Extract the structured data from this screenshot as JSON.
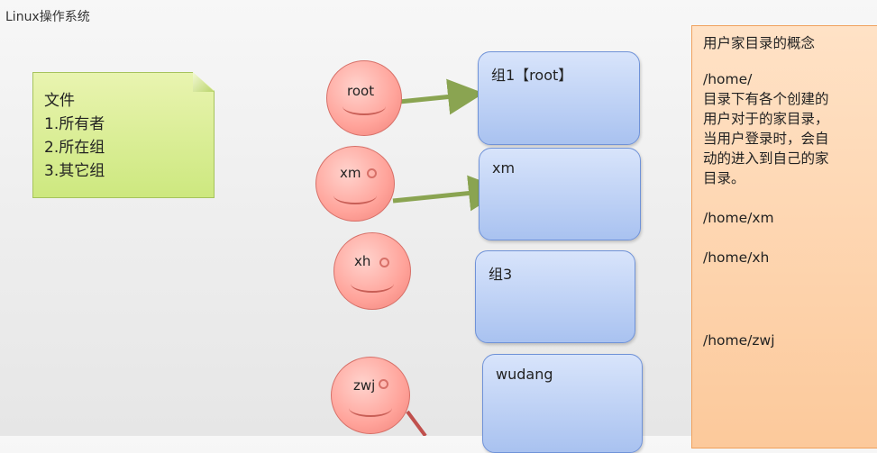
{
  "slide_title": "Linux操作系统",
  "note": {
    "lines": [
      "文件",
      "1.所有者",
      "2.所在组",
      "3.其它组"
    ]
  },
  "users": [
    {
      "label": "root"
    },
    {
      "label": "xm"
    },
    {
      "label": "xh"
    },
    {
      "label": "zwj"
    }
  ],
  "groups": [
    {
      "label": "组1【root】"
    },
    {
      "label": "xm"
    },
    {
      "label": "组3"
    },
    {
      "label": "wudang"
    }
  ],
  "right_panel": {
    "title": "用户家目录的概念",
    "home": "/home/",
    "desc_lines": [
      "目录下有各个创建的",
      "用户对于的家目录，",
      "当用户登录时，会自",
      "动的进入到自己的家",
      "目录。"
    ],
    "paths": [
      "/home/xm",
      "/home/xh",
      "/home/zwj"
    ]
  },
  "colors": {
    "arrow_green": "#8aa451",
    "arrow_red": "#c0504d"
  }
}
